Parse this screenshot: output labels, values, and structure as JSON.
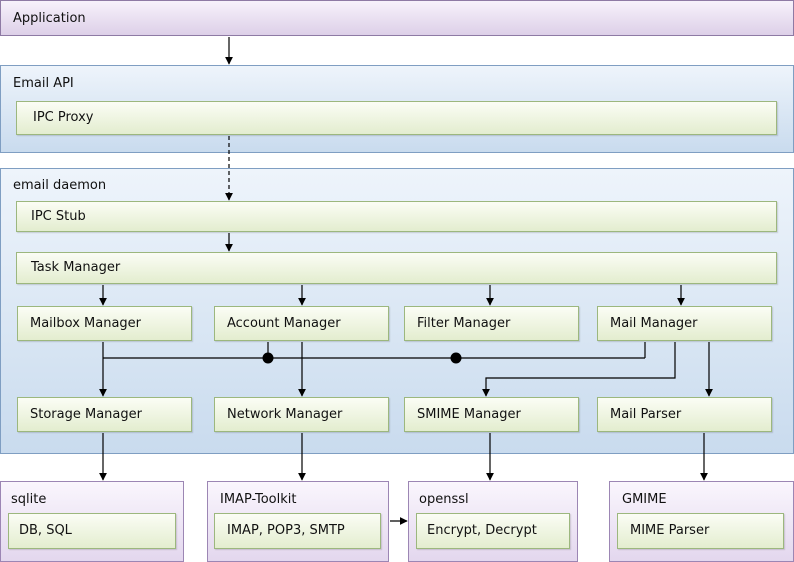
{
  "application": "Application",
  "email_api": {
    "title": "Email API",
    "ipc_proxy": "IPC Proxy"
  },
  "daemon": {
    "title": "email daemon",
    "ipc_stub": "IPC Stub",
    "task_manager": "Task Manager",
    "mailbox_manager": "Mailbox Manager",
    "account_manager": "Account Manager",
    "filter_manager": "Filter Manager",
    "mail_manager": "Mail Manager",
    "storage_manager": "Storage Manager",
    "network_manager": "Network Manager",
    "smime_manager": "SMIME Manager",
    "mail_parser": "Mail Parser"
  },
  "libraries": {
    "sqlite": {
      "title": "sqlite",
      "inner": "DB, SQL"
    },
    "imap": {
      "title": "IMAP-Toolkit",
      "inner": "IMAP, POP3, SMTP"
    },
    "openssl": {
      "title": "openssl",
      "inner": "Encrypt, Decrypt"
    },
    "gmime": {
      "title": "GMIME",
      "inner": "MIME Parser"
    }
  }
}
